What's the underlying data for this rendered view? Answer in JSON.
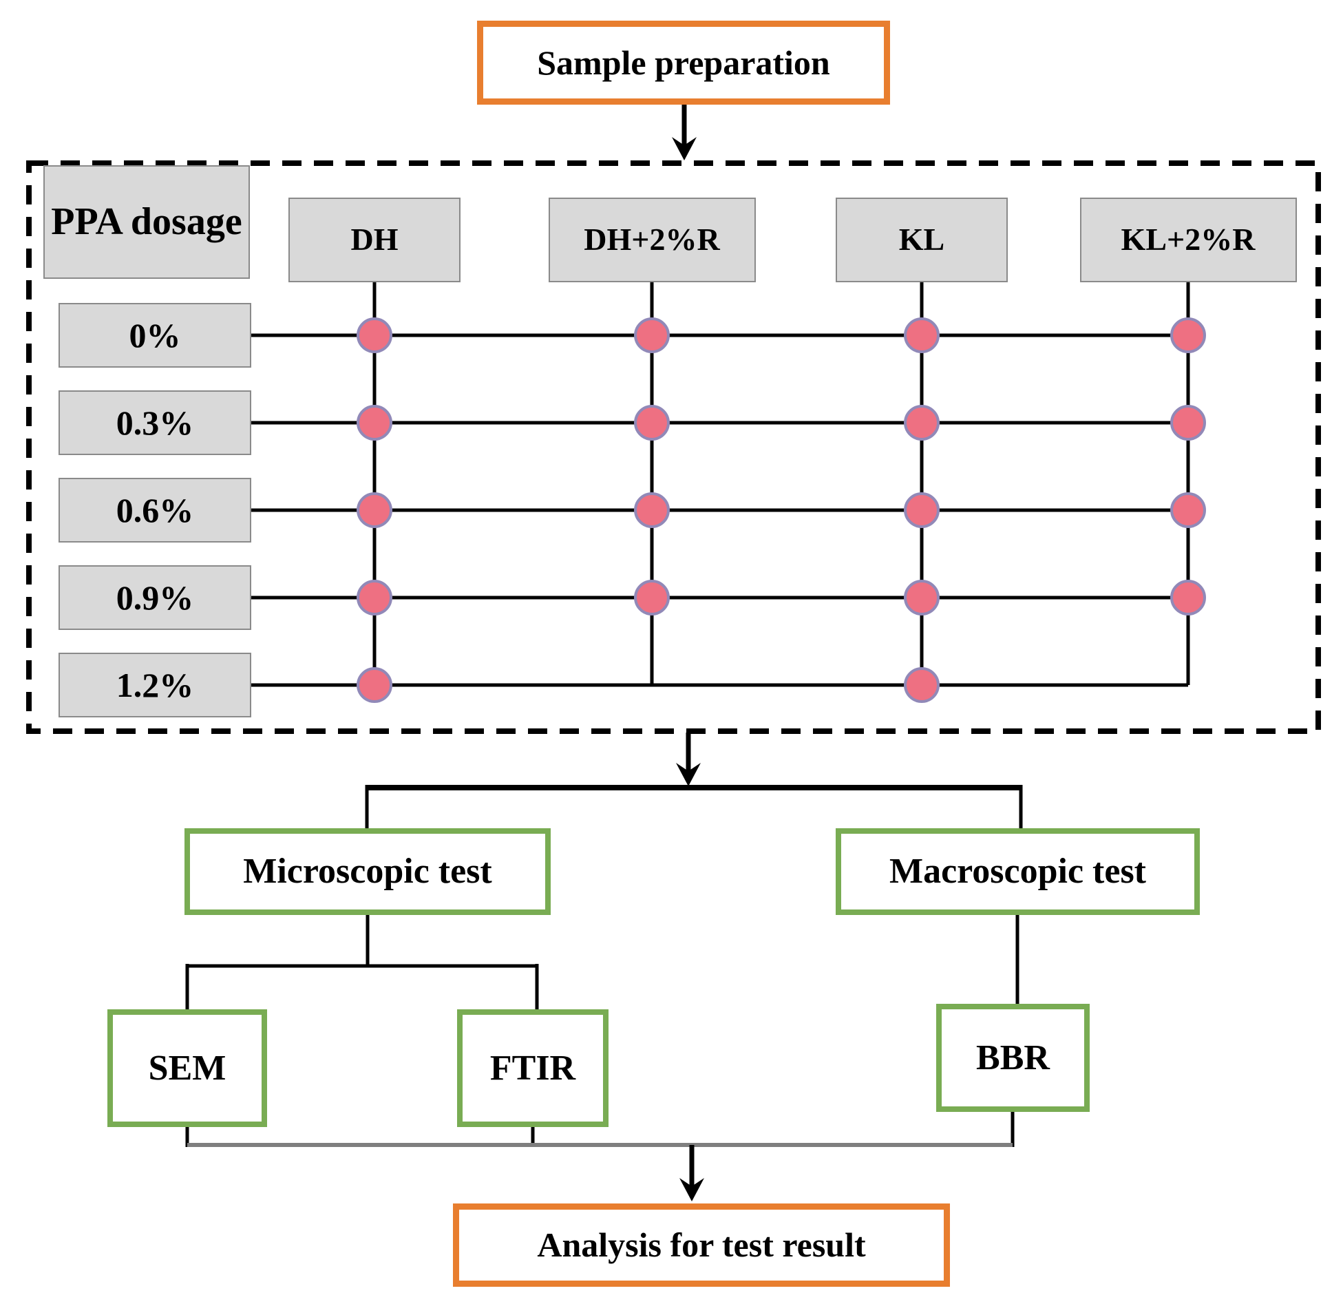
{
  "nodes": {
    "sample_preparation": "Sample preparation",
    "microscopic_test": "Microscopic test",
    "macroscopic_test": "Macroscopic test",
    "sem": "SEM",
    "ftir": "FTIR",
    "bbr": "BBR",
    "analysis": "Analysis for test result"
  },
  "matrix": {
    "corner_label": "PPA dosage",
    "columns": [
      "DH",
      "DH+2%R",
      "KL",
      "KL+2%R"
    ],
    "rows": [
      "0%",
      "0.3%",
      "0.6%",
      "0.9%",
      "1.2%"
    ],
    "samples": [
      {
        "row": "0%",
        "columns": [
          "DH",
          "DH+2%R",
          "KL",
          "KL+2%R"
        ]
      },
      {
        "row": "0.3%",
        "columns": [
          "DH",
          "DH+2%R",
          "KL",
          "KL+2%R"
        ]
      },
      {
        "row": "0.6%",
        "columns": [
          "DH",
          "DH+2%R",
          "KL",
          "KL+2%R"
        ]
      },
      {
        "row": "0.9%",
        "columns": [
          "DH",
          "DH+2%R",
          "KL",
          "KL+2%R"
        ]
      },
      {
        "row": "1.2%",
        "columns": [
          "DH",
          "KL"
        ]
      }
    ]
  },
  "colors": {
    "accent_orange": "#E87E2F",
    "accent_green": "#79AC53",
    "header_gray": "#D9D9D9",
    "dot_pink": "#EE7082",
    "dot_stroke": "#9189B8",
    "connector_gray": "#7F7F7F",
    "line_black": "#000000"
  }
}
